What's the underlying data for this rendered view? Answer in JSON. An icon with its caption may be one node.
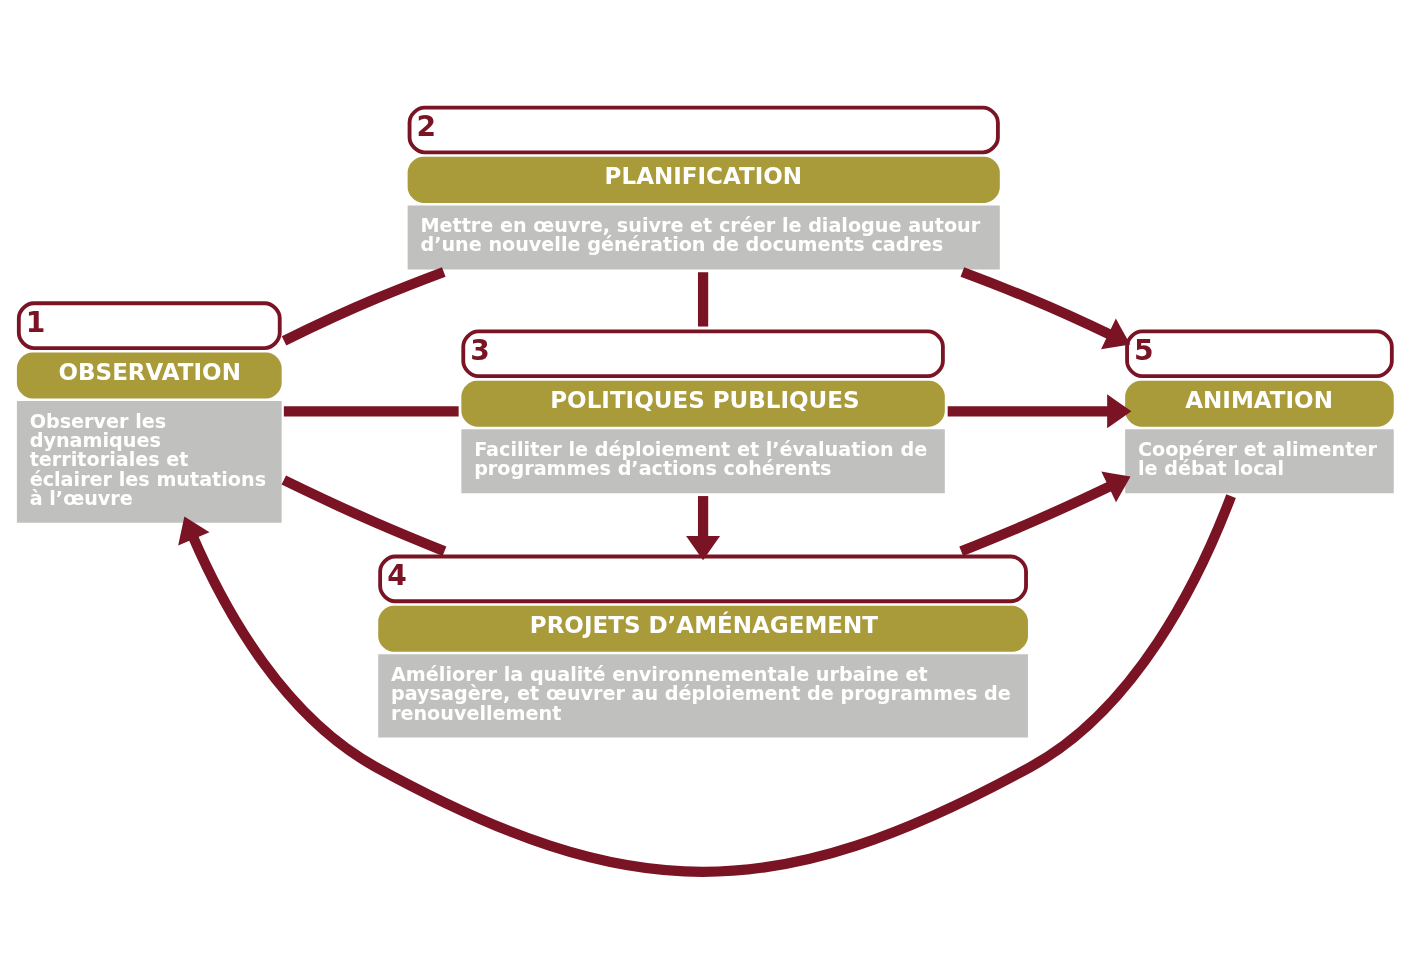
{
  "diagram": {
    "nodes": [
      {
        "text": [
          "1",
          "OBSERVATION",
          "Observer les dynamiques territoriales et éclairer les mutations à l’œuvre"
        ]
      },
      {
        "text": [
          "2",
          "PLANIFICATION",
          "Mettre en œuvre, suivre et créer le dialogue autour d’une nouvelle génération de documents cadres"
        ]
      },
      {
        "text": [
          "3",
          "POLITIQUES PUBLIQUES",
          "Faciliter le déploiement et l’évaluation de programmes d’actions cohérents"
        ]
      },
      {
        "text": [
          "4",
          "PROJETS D’AMÉNAGEMENT",
          "Améliorer la qualité environnementale urbaine et paysagère, et œuvrer au déploiement de programmes de renouvellement"
        ]
      },
      {
        "text": [
          "5",
          "ANIMATION",
          "Coopérer et alimenter le débat local"
        ]
      }
    ],
    "edges": [
      {
        "from": 0,
        "to": 1,
        "arrow": "none"
      },
      {
        "from": 0,
        "to": 2,
        "arrow": "none"
      },
      {
        "from": 0,
        "to": 3,
        "arrow": "none"
      },
      {
        "from": 1,
        "to": 4,
        "arrow": "to"
      },
      {
        "from": 2,
        "to": 4,
        "arrow": "to"
      },
      {
        "from": 3,
        "to": 4,
        "arrow": "to"
      },
      {
        "from": 1,
        "to": 2,
        "arrow": "none"
      },
      {
        "from": 2,
        "to": 3,
        "arrow": "to"
      },
      {
        "from": 4,
        "to": 0,
        "arrow": "to"
      }
    ]
  }
}
